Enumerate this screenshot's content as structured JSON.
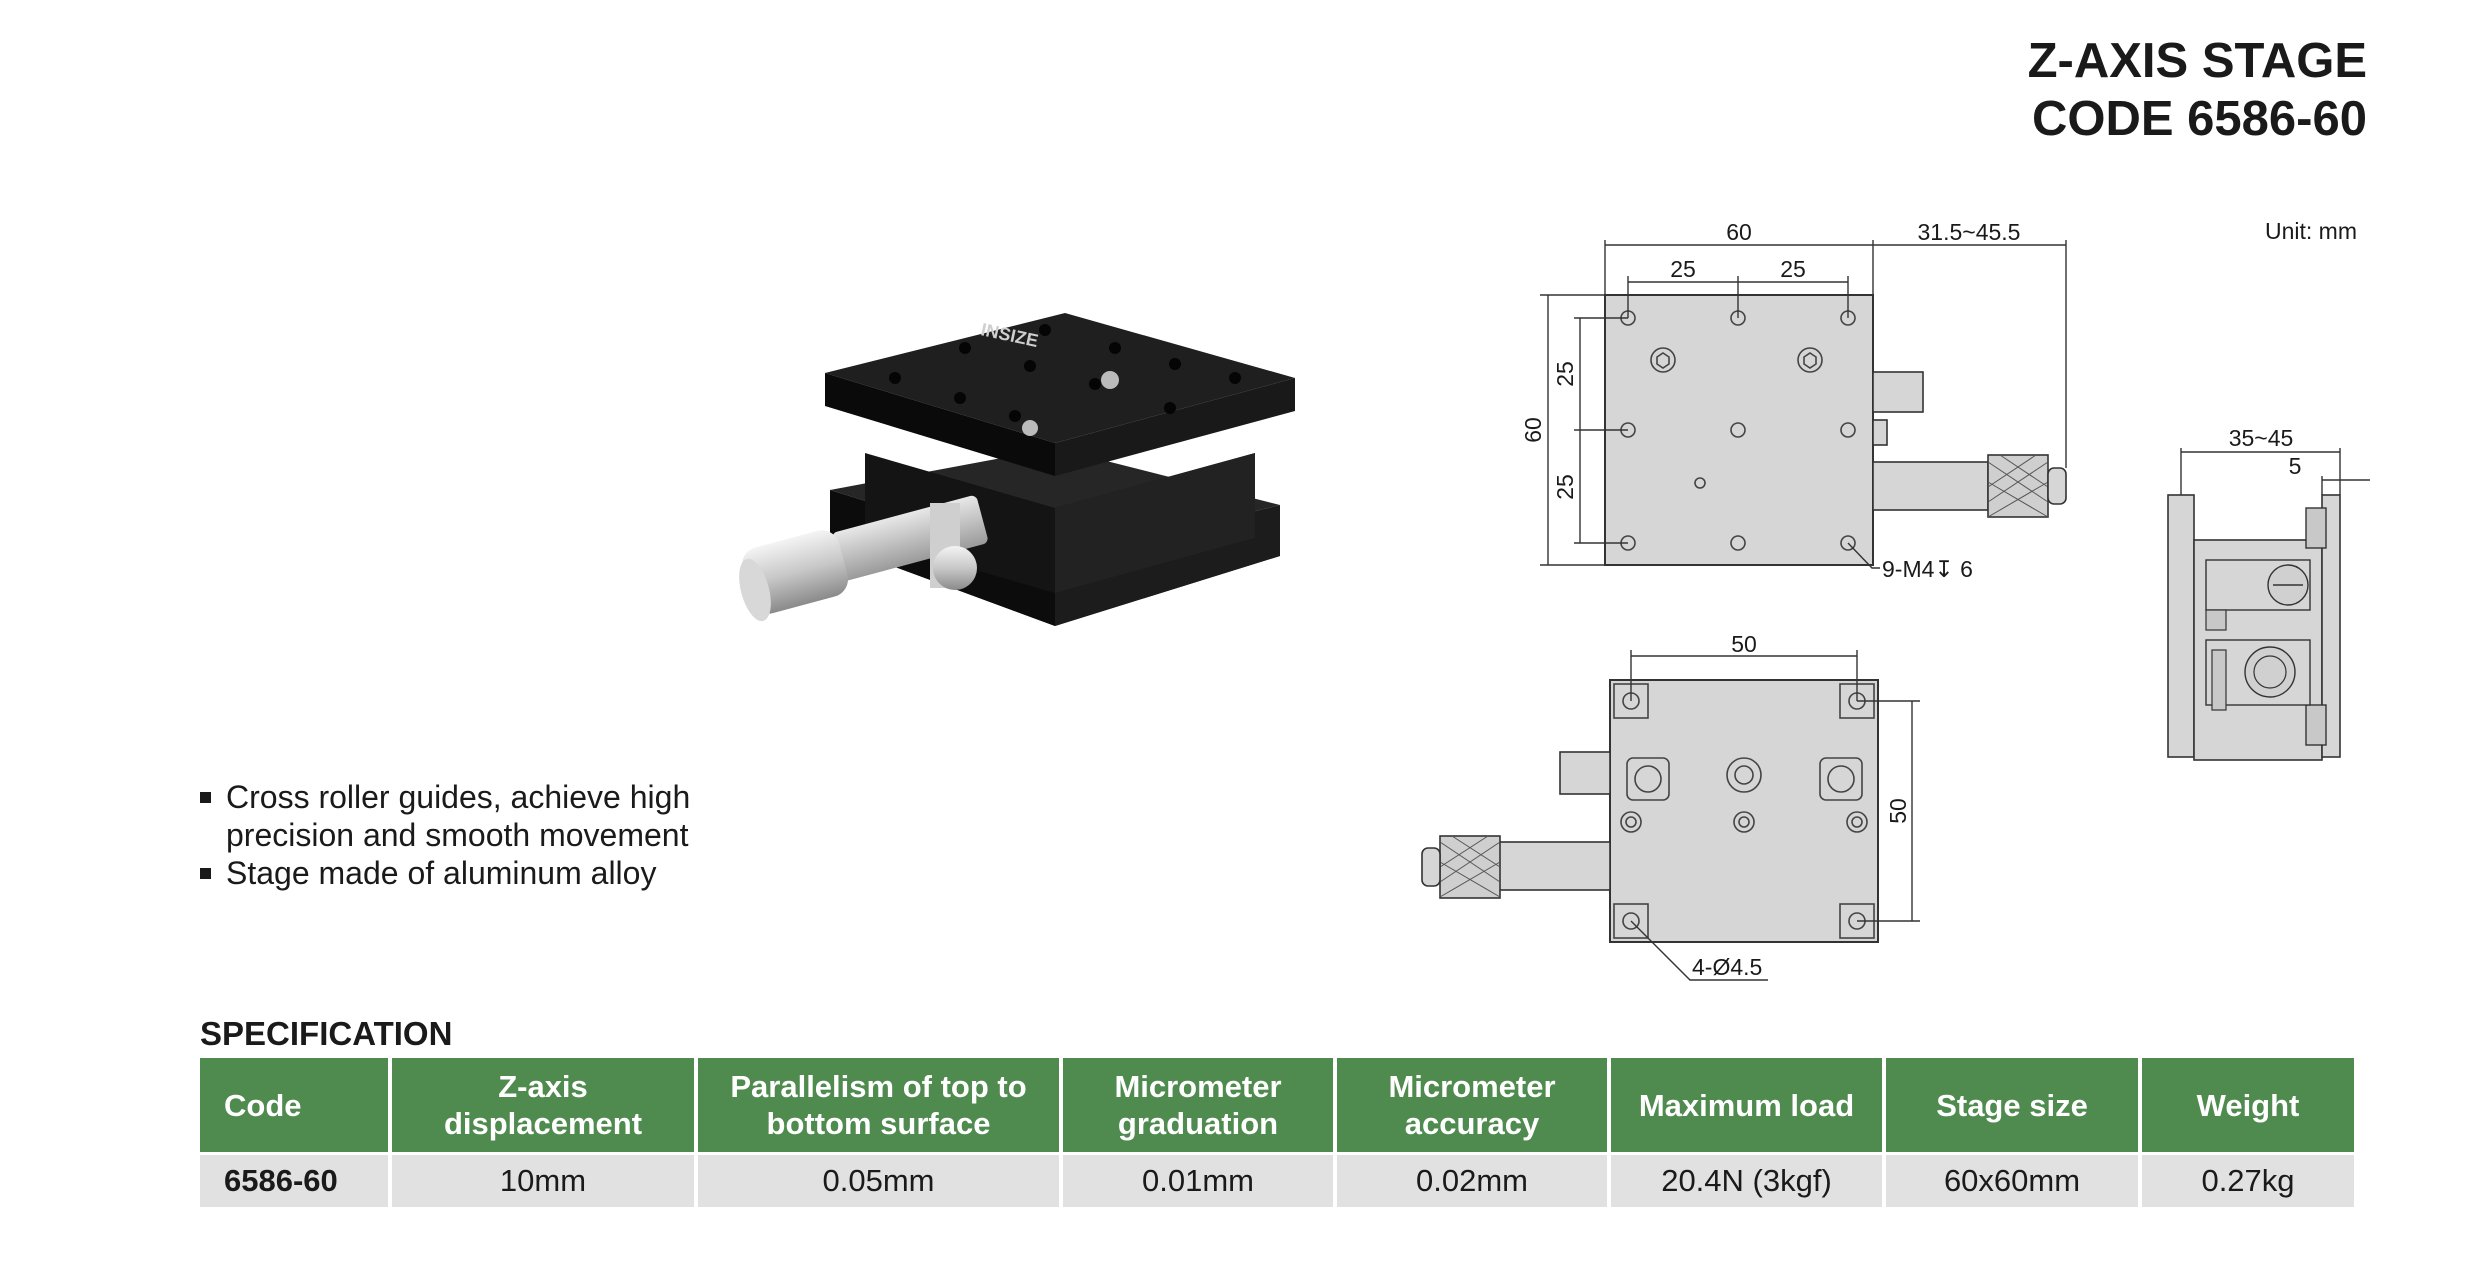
{
  "title": {
    "line1": "Z-AXIS STAGE",
    "line2": "CODE 6586-60"
  },
  "unit_label": "Unit: mm",
  "product_image": {
    "brand_label": "INSIZE"
  },
  "top_view": {
    "width": "60",
    "spacing_a": "25",
    "spacing_b": "25",
    "micrometer_range": "31.5~45.5",
    "height": "60",
    "vspacing_a": "25",
    "vspacing_b": "25",
    "hole_callout": "9-M4↧ 6"
  },
  "side_view": {
    "range": "35~45",
    "offset": "5"
  },
  "bottom_view": {
    "width": "50",
    "height": "50",
    "hole_callout": "4-Ø4.5"
  },
  "features": [
    "Cross roller guides, achieve high precision and smooth movement",
    "Stage made of aluminum alloy"
  ],
  "spec_heading": "SPECIFICATION",
  "spec_table": {
    "headers": [
      "Code",
      "Z-axis displacement",
      "Parallelism of top to bottom surface",
      "Micrometer graduation",
      "Micrometer accuracy",
      "Maximum load",
      "Stage size",
      "Weight"
    ],
    "row": [
      "6586-60",
      "10mm",
      "0.05mm",
      "0.01mm",
      "0.02mm",
      "20.4N (3kgf)",
      "60x60mm",
      "0.27kg"
    ]
  },
  "colors": {
    "header_green": "#4f8b4f",
    "row_grey": "#e1e1e1",
    "drawing_fill": "#d6d6d6"
  }
}
